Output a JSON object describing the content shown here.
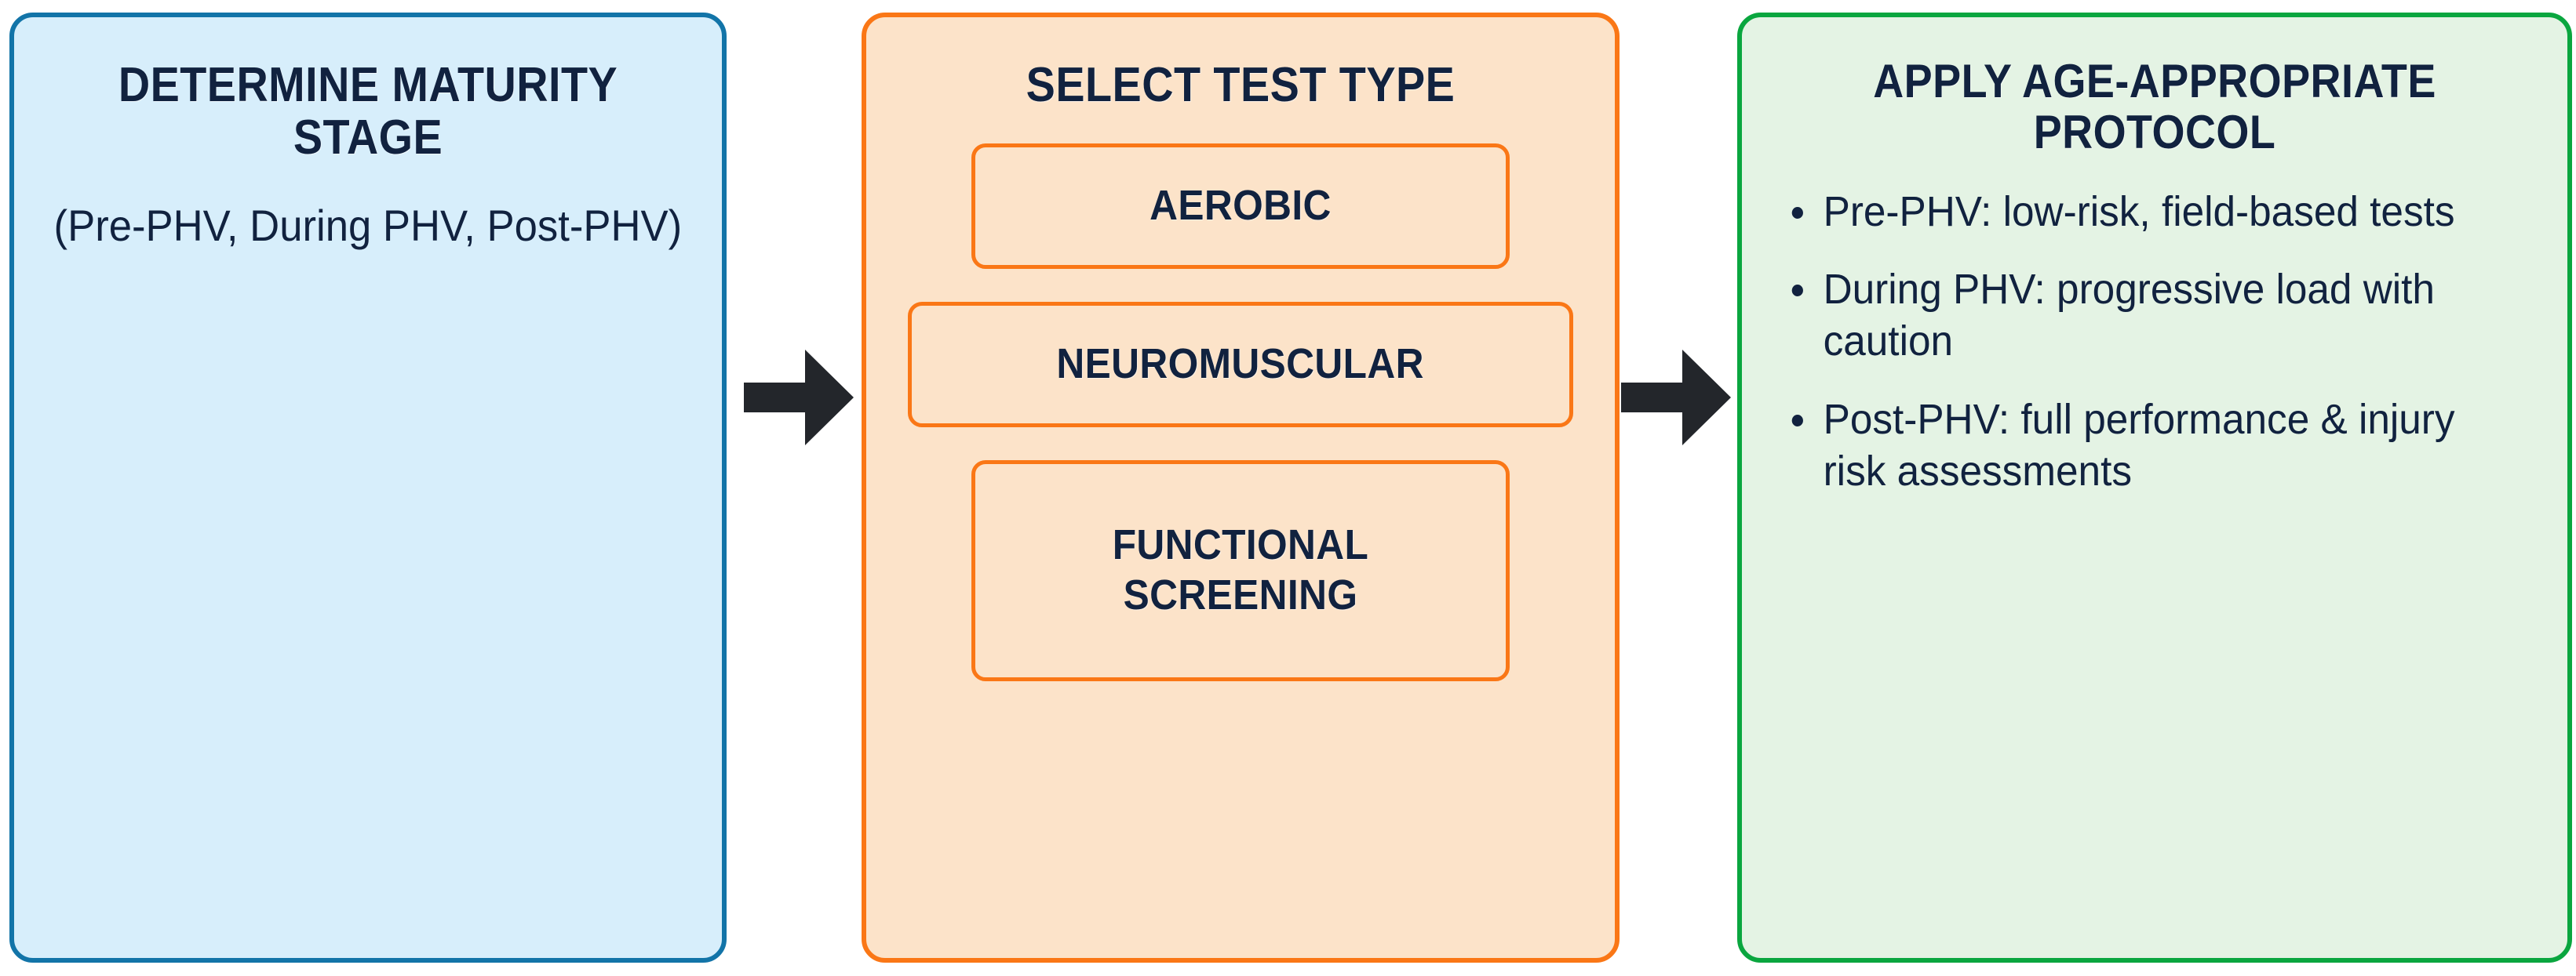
{
  "colors": {
    "blue_fill": "#d7eefb",
    "blue_border": "#1274a8",
    "orange_fill": "#fce3c9",
    "orange_border": "#fa7716",
    "green_fill": "#e4f3e4",
    "green_border": "#0aa63f",
    "text_navy": "#11223f",
    "arrow_dark": "#23262b"
  },
  "steps": [
    {
      "id": "determine-maturity-stage",
      "title": "DETERMINE MATURITY STAGE",
      "subtitle": "(Pre-PHV, During PHV, Post-PHV)"
    },
    {
      "id": "select-test-type",
      "title": "SELECT TEST TYPE",
      "options": [
        {
          "label": "AEROBIC"
        },
        {
          "label": "NEUROMUSCULAR"
        },
        {
          "label": "FUNCTIONAL SCREENING"
        }
      ]
    },
    {
      "id": "apply-age-appropriate-protocol",
      "title": "APPLY AGE-APPROPRIATE PROTOCOL",
      "bullets": [
        "Pre-PHV: low-risk, field-based tests",
        "During PHV: progressive load with caution",
        "Post-PHV: full performance & injury risk assessments"
      ]
    }
  ],
  "connectors": [
    {
      "id": "arrow-1",
      "icon": "arrow-right-icon",
      "from": "determine-maturity-stage",
      "to": "select-test-type"
    },
    {
      "id": "arrow-2",
      "icon": "arrow-right-icon",
      "from": "select-test-type",
      "to": "apply-age-appropriate-protocol"
    }
  ]
}
